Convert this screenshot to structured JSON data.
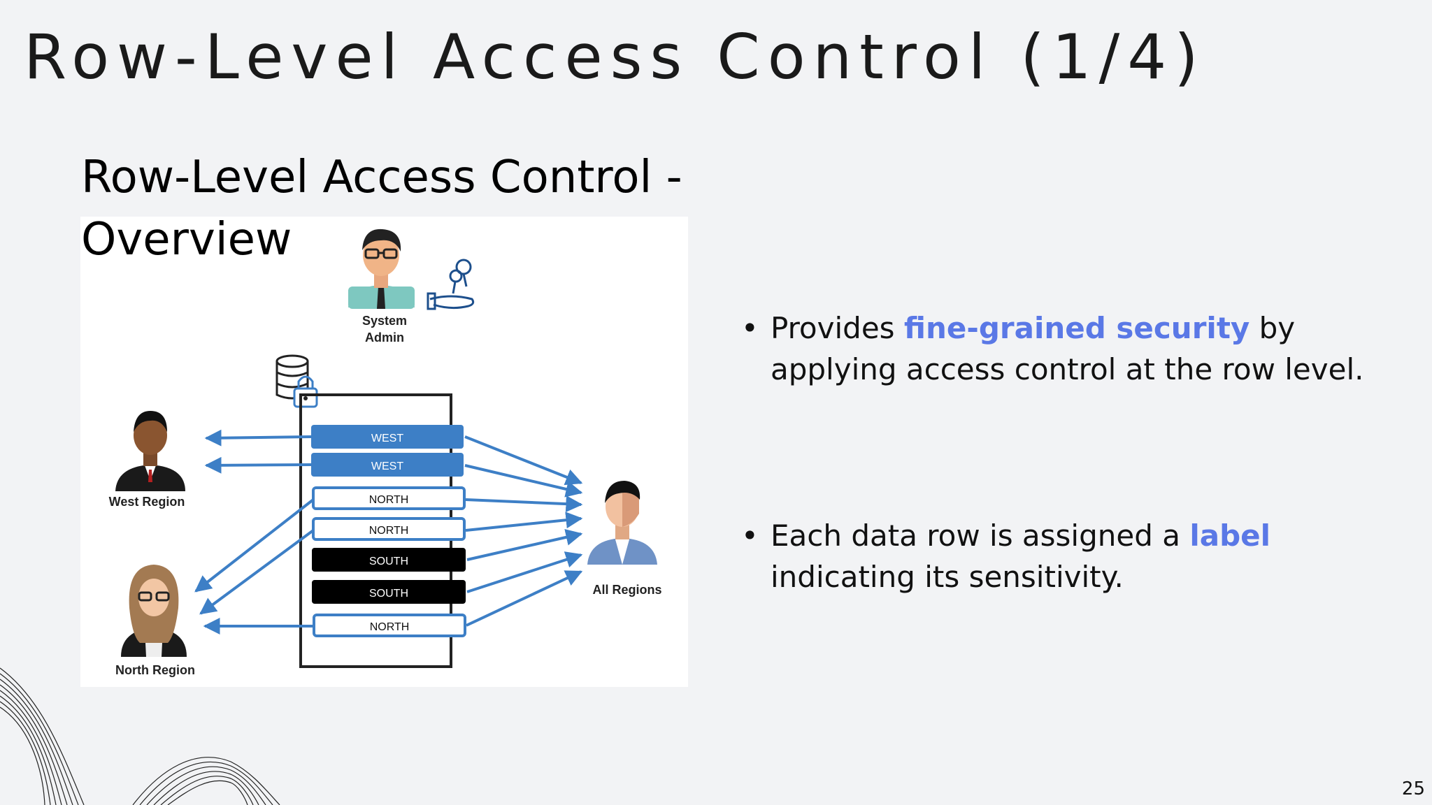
{
  "slide": {
    "title": "Row-Level Access Control (1/4)",
    "subtitle": "Row-Level Access Control - Overview",
    "page_number": "25"
  },
  "diagram": {
    "admin_label_line1": "System",
    "admin_label_line2": "Admin",
    "west_label": "West Region",
    "north_label": "North Region",
    "all_label": "All Regions",
    "rows": [
      "WEST",
      "WEST",
      "NORTH",
      "NORTH",
      "SOUTH",
      "SOUTH",
      "NORTH"
    ],
    "colors": {
      "west_fill": "#3d7fc6",
      "south_fill": "#000000",
      "north_stroke": "#3d7fc6",
      "arrow": "#3d7fc6"
    }
  },
  "bullets": [
    {
      "before": "Provides ",
      "highlight": "fine-grained security",
      "after_line1": " by",
      "line2": "applying access control at the row level."
    },
    {
      "before": "Each data row is assigned a ",
      "highlight": "label",
      "after_line1": "",
      "line2": "indicating its sensitivity."
    }
  ],
  "accent_color": "#5a78e6"
}
